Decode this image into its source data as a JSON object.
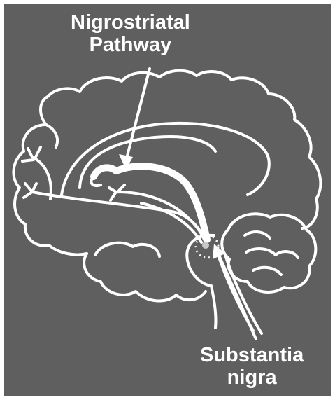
{
  "labels": {
    "pathway_line1": "Nigrostriatal",
    "pathway_line2": "Pathway",
    "nigra_line1": "Substantia",
    "nigra_line2": "nigra"
  },
  "colors": {
    "background": "#5f5f5f",
    "drawing": "#ffffff",
    "frame": "#ffffff"
  }
}
